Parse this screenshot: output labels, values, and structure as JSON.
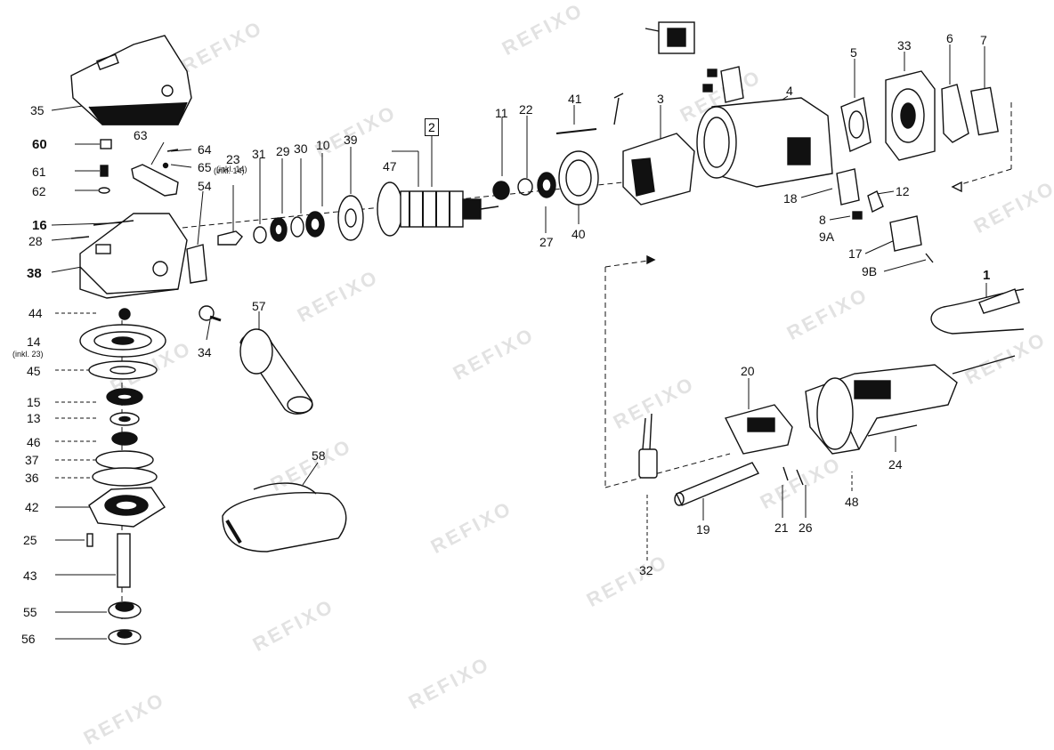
{
  "watermark": "REFIXO",
  "callouts": {
    "n35": "35",
    "n60": "60",
    "n61": "61",
    "n62": "62",
    "n63": "63",
    "n64": "64",
    "n65": "65",
    "n65note": "(inkl. 14)",
    "n16": "16",
    "n28": "28",
    "n38": "38",
    "n54": "54",
    "n23": "23",
    "n23note": "(inkl. 14)",
    "n31": "31",
    "n29": "29",
    "n30": "30",
    "n10": "10",
    "n39": "39",
    "n47": "47",
    "n2": "2",
    "n11": "11",
    "n22": "22",
    "n27": "27",
    "n40": "40",
    "n41": "41",
    "n3": "3",
    "n4": "4",
    "n5": "5",
    "n33": "33",
    "n6": "6",
    "n7": "7",
    "n18": "18",
    "n12": "12",
    "n8": "8",
    "n9A": "9A",
    "n17": "17",
    "n9B": "9B",
    "n1": "1",
    "n44": "44",
    "n14": "14",
    "n14note": "(inkl. 23)",
    "n45": "45",
    "n15": "15",
    "n13": "13",
    "n46": "46",
    "n37": "37",
    "n36": "36",
    "n42": "42",
    "n25": "25",
    "n43": "43",
    "n55": "55",
    "n56": "56",
    "n34": "34",
    "n57": "57",
    "n58": "58",
    "n20": "20",
    "n24": "24",
    "n48": "48",
    "n19": "19",
    "n21": "21",
    "n26": "26",
    "n32": "32"
  }
}
